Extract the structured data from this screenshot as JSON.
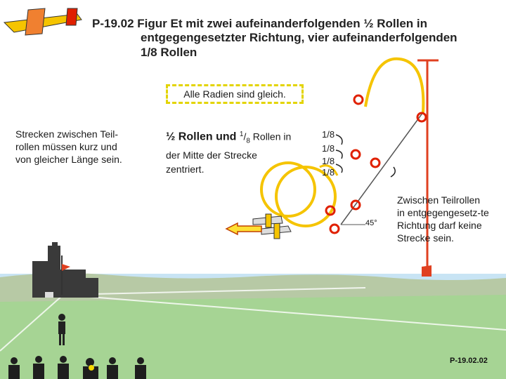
{
  "title": {
    "line1": "P-19.02 Figur Et mit zwei aufeinanderfolgenden ½ Rollen in",
    "line2": "entgegengesetzter Richtung, vier aufeinanderfolgenden",
    "line3": "1/8 Rollen"
  },
  "radii_note": "Alle Radien sind gleich.",
  "left_note": {
    "line1": "Strecken zwischen Teil-",
    "line2": "rollen müssen kurz und",
    "line3": "von gleicher Länge sein."
  },
  "mid_note": {
    "bold": "½ Rollen und ",
    "frac_num": "1",
    "frac_den": "8",
    "rest": " Rollen in",
    "line2": "der Mitte der Strecke",
    "line3": "zentriert."
  },
  "eighth_labels": [
    "1/8",
    "1/8",
    "1/8",
    "1/8"
  ],
  "angle_label": "45°",
  "right_note": {
    "line1": "Zwischen Teilrollen",
    "line2": "in entgegengesetz-te",
    "line3": "Richtung darf keine",
    "line4": "Strecke sein."
  },
  "footer_code": "P-19.02.02",
  "colors": {
    "loop_yellow": "#f5c400",
    "roll_red": "#e02000",
    "ground_green": "#9fd08c",
    "sky_blue": "#c8e4f4",
    "flag_red": "#e04020",
    "arrow_yellow": "#ffe033"
  }
}
